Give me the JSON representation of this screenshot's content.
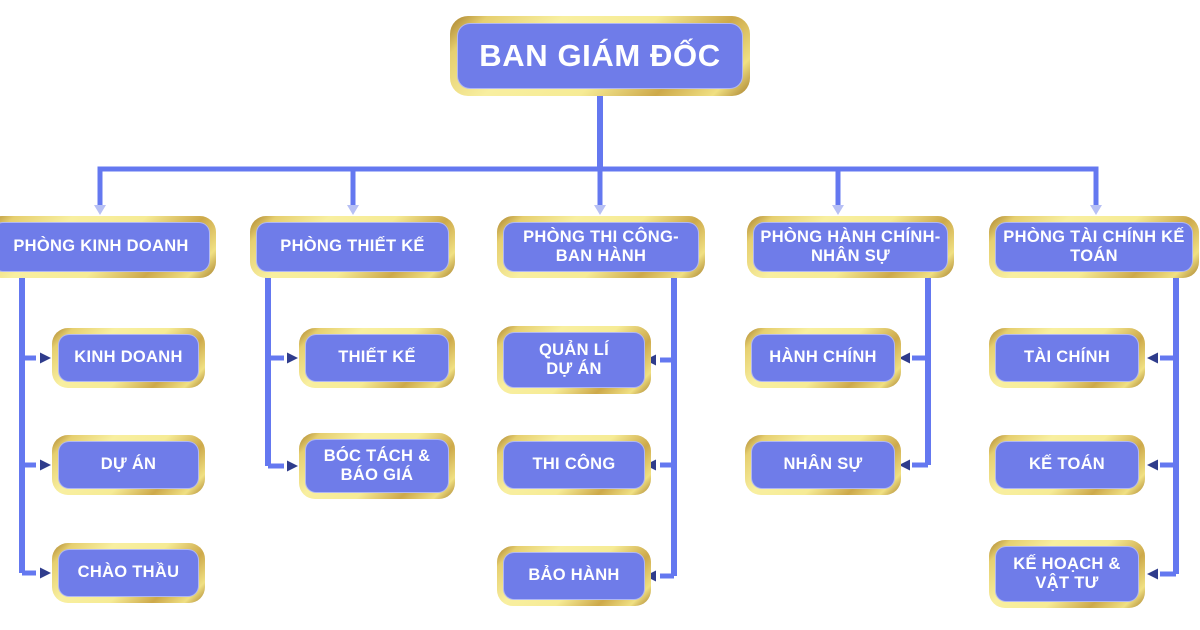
{
  "title": "Company organizational chart",
  "colors": {
    "node_fill": "#6f7ce9",
    "node_text": "#ffffff",
    "gold_border_light": "#f8efa0",
    "gold_border_dark": "#a8802c",
    "connector": "#6478f0",
    "branch_arrow": "#2f3c8c",
    "drop_arrow": "#b7c0f5",
    "background": "#ffffff"
  },
  "org_chart": {
    "root": {
      "label": "BAN GIÁM ĐỐC"
    },
    "departments": [
      {
        "label": "PHÒNG KINH DOANH",
        "children": [
          "KINH DOANH",
          "DỰ ÁN",
          "CHÀO THẦU"
        ]
      },
      {
        "label": "PHÒNG THIẾT KẾ",
        "children": [
          "THIẾT KẾ",
          "BÓC TÁCH & BÁO GIÁ"
        ]
      },
      {
        "label": "PHÒNG THI CÔNG- BAN HÀNH",
        "children": [
          "QUẢN LÍ DỰ ÁN",
          "THI CÔNG",
          "BẢO HÀNH"
        ]
      },
      {
        "label": "PHÒNG HÀNH CHÍNH- NHÂN SỰ",
        "children": [
          "HÀNH CHÍNH",
          "NHÂN SỰ"
        ]
      },
      {
        "label": "PHÒNG TÀI CHÍNH KẾ TOÁN",
        "children": [
          "TÀI CHÍNH",
          "KẾ TOÁN",
          "KẾ HOẠCH & VẬT TƯ"
        ]
      }
    ]
  }
}
